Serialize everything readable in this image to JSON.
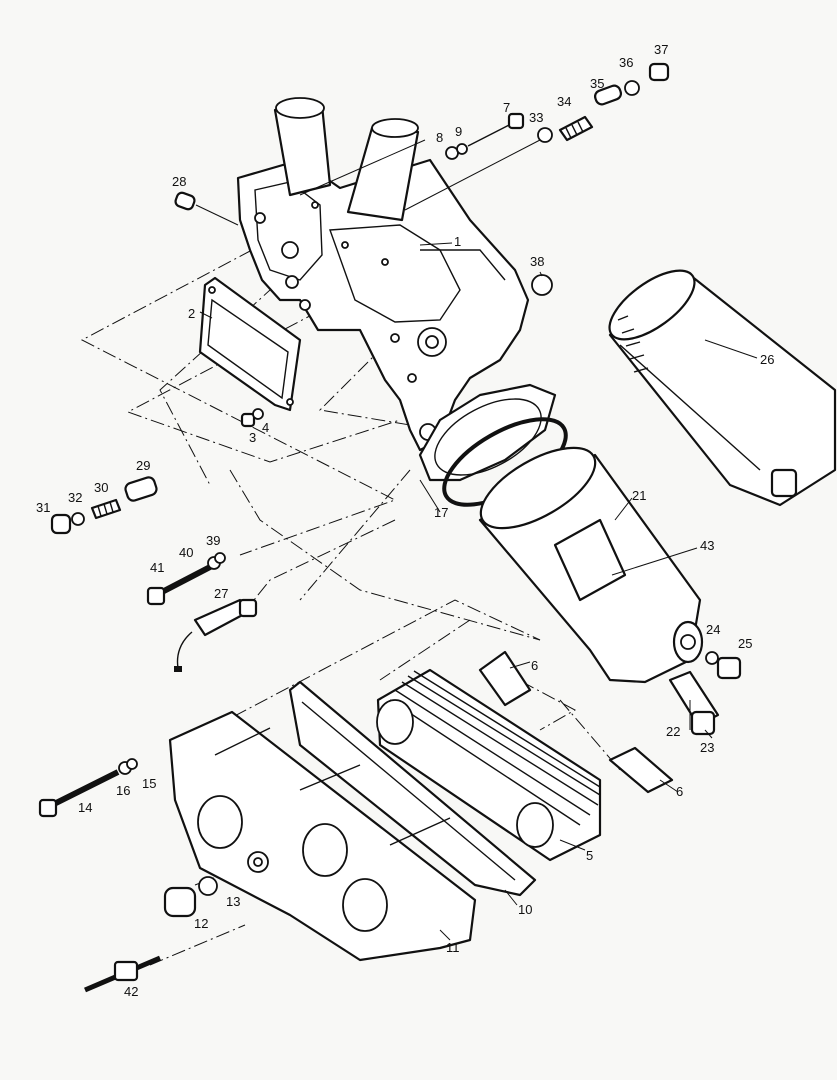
{
  "callouts": [
    {
      "id": "1",
      "label": "1"
    },
    {
      "id": "2",
      "label": "2"
    },
    {
      "id": "3",
      "label": "3"
    },
    {
      "id": "4",
      "label": "4"
    },
    {
      "id": "5",
      "label": "5"
    },
    {
      "id": "6a",
      "label": "6"
    },
    {
      "id": "6b",
      "label": "6"
    },
    {
      "id": "7",
      "label": "7"
    },
    {
      "id": "8",
      "label": "8"
    },
    {
      "id": "9",
      "label": "9"
    },
    {
      "id": "10",
      "label": "10"
    },
    {
      "id": "11",
      "label": "11"
    },
    {
      "id": "12",
      "label": "12"
    },
    {
      "id": "13",
      "label": "13"
    },
    {
      "id": "14",
      "label": "14"
    },
    {
      "id": "15",
      "label": "15"
    },
    {
      "id": "16",
      "label": "16"
    },
    {
      "id": "17",
      "label": "17"
    },
    {
      "id": "21",
      "label": "21"
    },
    {
      "id": "22",
      "label": "22"
    },
    {
      "id": "23",
      "label": "23"
    },
    {
      "id": "24",
      "label": "24"
    },
    {
      "id": "25",
      "label": "25"
    },
    {
      "id": "26",
      "label": "26"
    },
    {
      "id": "27",
      "label": "27"
    },
    {
      "id": "28",
      "label": "28"
    },
    {
      "id": "29",
      "label": "29"
    },
    {
      "id": "30",
      "label": "30"
    },
    {
      "id": "31",
      "label": "31"
    },
    {
      "id": "32",
      "label": "32"
    },
    {
      "id": "33",
      "label": "33"
    },
    {
      "id": "34",
      "label": "34"
    },
    {
      "id": "35",
      "label": "35"
    },
    {
      "id": "36",
      "label": "36"
    },
    {
      "id": "37",
      "label": "37"
    },
    {
      "id": "38",
      "label": "38"
    },
    {
      "id": "39",
      "label": "39"
    },
    {
      "id": "40",
      "label": "40"
    },
    {
      "id": "41",
      "label": "41"
    },
    {
      "id": "42",
      "label": "42"
    },
    {
      "id": "43",
      "label": "43"
    }
  ]
}
